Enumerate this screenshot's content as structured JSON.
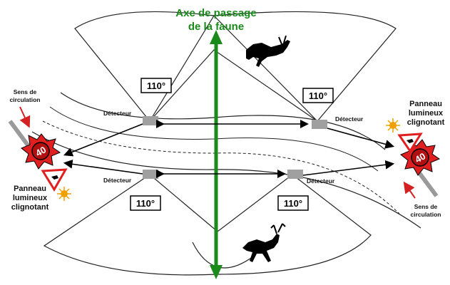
{
  "title": {
    "line1": "Axe de passage",
    "line2": "de la faune"
  },
  "angle_labels": {
    "top_left": "110°",
    "top_right": "110°",
    "bottom_left": "110°",
    "bottom_right": "110°"
  },
  "detector_labels": {
    "top_left": "Détecteur",
    "top_right": "Détecteur",
    "bottom_left": "Détecteur",
    "bottom_right": "Détecteur"
  },
  "direction_labels": {
    "left": {
      "line1": "Sens de",
      "line2": "circulation"
    },
    "right": {
      "line1": "Sens de",
      "line2": "circulation"
    }
  },
  "sign_labels": {
    "left": {
      "line1": "Panneau",
      "line2": "lumineux",
      "line3": "clignotant"
    },
    "right": {
      "line1": "Panneau",
      "line2": "lumineux",
      "line3": "clignotant"
    }
  },
  "speed_limit": {
    "left": "40",
    "right": "40"
  },
  "colors": {
    "green_axis": "#1a8a1a",
    "red_sign": "#e02020",
    "detector": "#a0a0a0",
    "flash": "#f0a000"
  },
  "icons": {
    "animals": "deer-silhouette",
    "flashing_light": "flash-icon"
  }
}
